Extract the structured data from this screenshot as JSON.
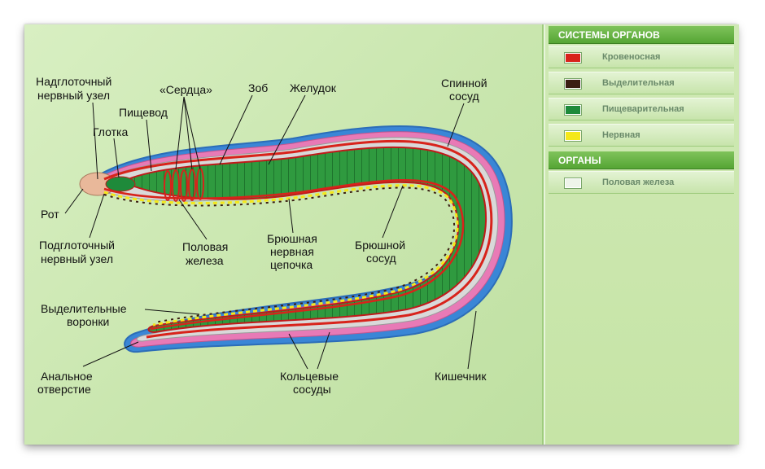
{
  "sidebar": {
    "systems_header": "СИСТЕМЫ ОРГАНОВ",
    "systems": [
      {
        "label": "Кровеносная",
        "color": "#d8231b"
      },
      {
        "label": "Выделительная",
        "color": "#3a1e12"
      },
      {
        "label": "Пищеварительная",
        "color": "#1e8a3a"
      },
      {
        "label": "Нервная",
        "color": "#f4e81a"
      }
    ],
    "organs_header": "ОРГАНЫ",
    "organs": [
      {
        "label": "Половая железа",
        "color": "#eef4ea"
      }
    ]
  },
  "labels": {
    "nadglot_1": "Надглоточный",
    "nadglot_2": "нервный узел",
    "serdtsa": "«Сердца»",
    "zob": "Зоб",
    "zheludok": "Желудок",
    "spinnoy_1": "Спинной",
    "spinnoy_2": "сосуд",
    "pishchevod": "Пищевод",
    "glotka": "Глотка",
    "rot": "Рот",
    "podglot_1": "Подглоточный",
    "podglot_2": "нервный узел",
    "polovaya_1": "Половая",
    "polovaya_2": "железа",
    "bryush_nerv_1": "Брюшная",
    "bryush_nerv_2": "нервная",
    "bryush_nerv_3": "цепочка",
    "bryush_sosud_1": "Брюшной",
    "bryush_sosud_2": "сосуд",
    "vydel_1": "Выделительные",
    "vydel_2": "воронки",
    "anal_1": "Анальное",
    "anal_2": "отверстие",
    "koltsevye_1": "Кольцевые",
    "koltsevye_2": "сосуды",
    "kishechnik": "Кишечник"
  }
}
